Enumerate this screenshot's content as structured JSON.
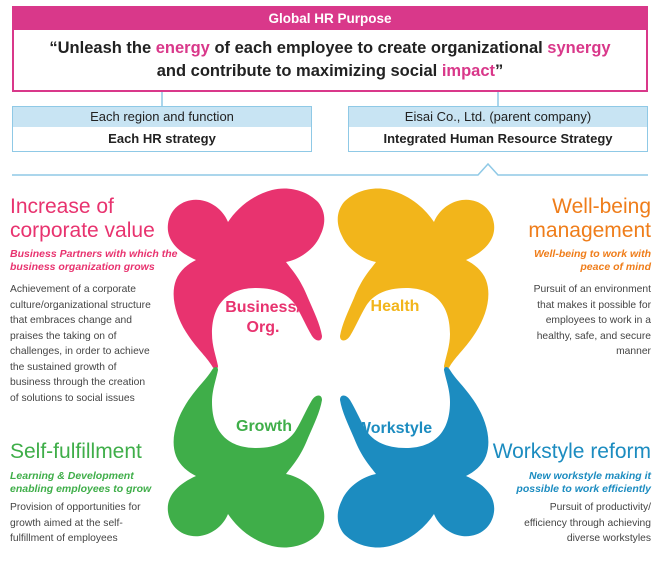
{
  "purpose": {
    "header": "Global HR Purpose",
    "line1_parts": [
      "“Unleash the ",
      "energy",
      " of each employee to create organizational ",
      "synergy"
    ],
    "line2_parts": [
      "and contribute to maximizing social ",
      "impact",
      "”"
    ]
  },
  "strategies": [
    {
      "top": "Each region and function",
      "bottom": "Each HR strategy"
    },
    {
      "top": "Eisai Co., Ltd. (parent company)",
      "bottom": "Integrated Human Resource Strategy"
    }
  ],
  "shapes": {
    "business": {
      "label_line1": "Business/",
      "label_line2": "Org.",
      "color": "#e8336f"
    },
    "health": {
      "label": "Health",
      "color": "#f2b51b"
    },
    "growth": {
      "label": "Growth",
      "color": "#3fae49"
    },
    "workstyle": {
      "label": "Workstyle",
      "color": "#1c8cc0"
    }
  },
  "quadrants": {
    "top_left": {
      "title_line1": "Increase of",
      "title_line2": "corporate value",
      "sub_line1": "Business Partners with which the",
      "sub_line2": "business organization grows",
      "desc": [
        "Achievement of a corporate",
        "culture/organizational structure",
        "that embraces change and",
        "praises the taking on of",
        "challenges, in order to achieve",
        "the sustained growth of",
        "business through the creation",
        "of solutions to social issues"
      ]
    },
    "top_right": {
      "title_line1": "Well-being",
      "title_line2": "management",
      "sub_line1": "Well-being to work with",
      "sub_line2": "peace of mind",
      "desc": [
        "Pursuit of an environment",
        "that makes it possible for",
        "employees to work in a",
        "healthy, safe, and secure",
        "manner"
      ]
    },
    "bottom_left": {
      "title": "Self-fulfillment",
      "sub_line1": "Learning & Development",
      "sub_line2": "enabling employees to grow",
      "desc": [
        "Provision of opportunities for",
        "growth aimed at the self-",
        "fulfillment of employees"
      ]
    },
    "bottom_right": {
      "title": "Workstyle reform",
      "sub_line1": "New workstyle making it",
      "sub_line2": "possible to work efficiently",
      "desc": [
        "Pursuit of productivity/",
        "efficiency through achieving",
        "diverse workstyles"
      ]
    }
  }
}
